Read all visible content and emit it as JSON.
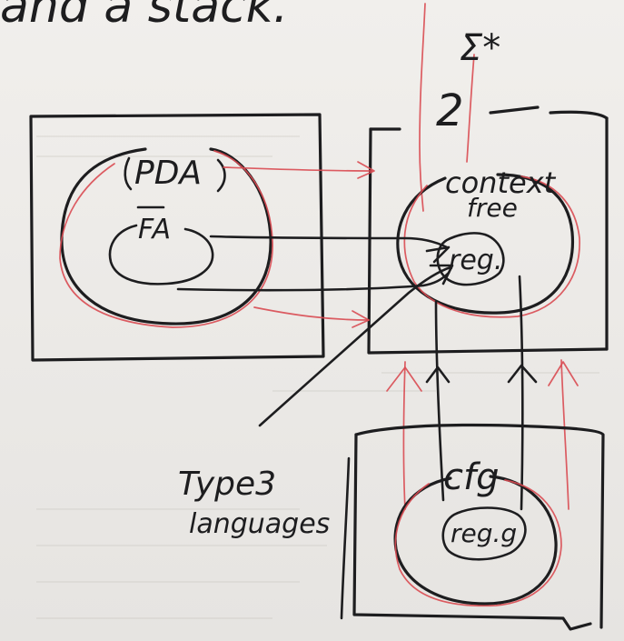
{
  "top_text": "and a stack.",
  "top_right_symbol": "Σ*",
  "box_number": "2",
  "left_box": {
    "outer_label": "PDA",
    "inner_label": "FA"
  },
  "right_box": {
    "outer_label_line1": "context",
    "outer_label_line2": "free",
    "inner_label": "reg."
  },
  "bottom_box": {
    "outer_label": "cfg",
    "inner_label": "reg.g"
  },
  "callout": {
    "line1": "Type3",
    "line2": "languages"
  },
  "colors": {
    "ink": "#1d1d1f",
    "red_pen": "#d94b52",
    "paper": "#eceae7"
  }
}
